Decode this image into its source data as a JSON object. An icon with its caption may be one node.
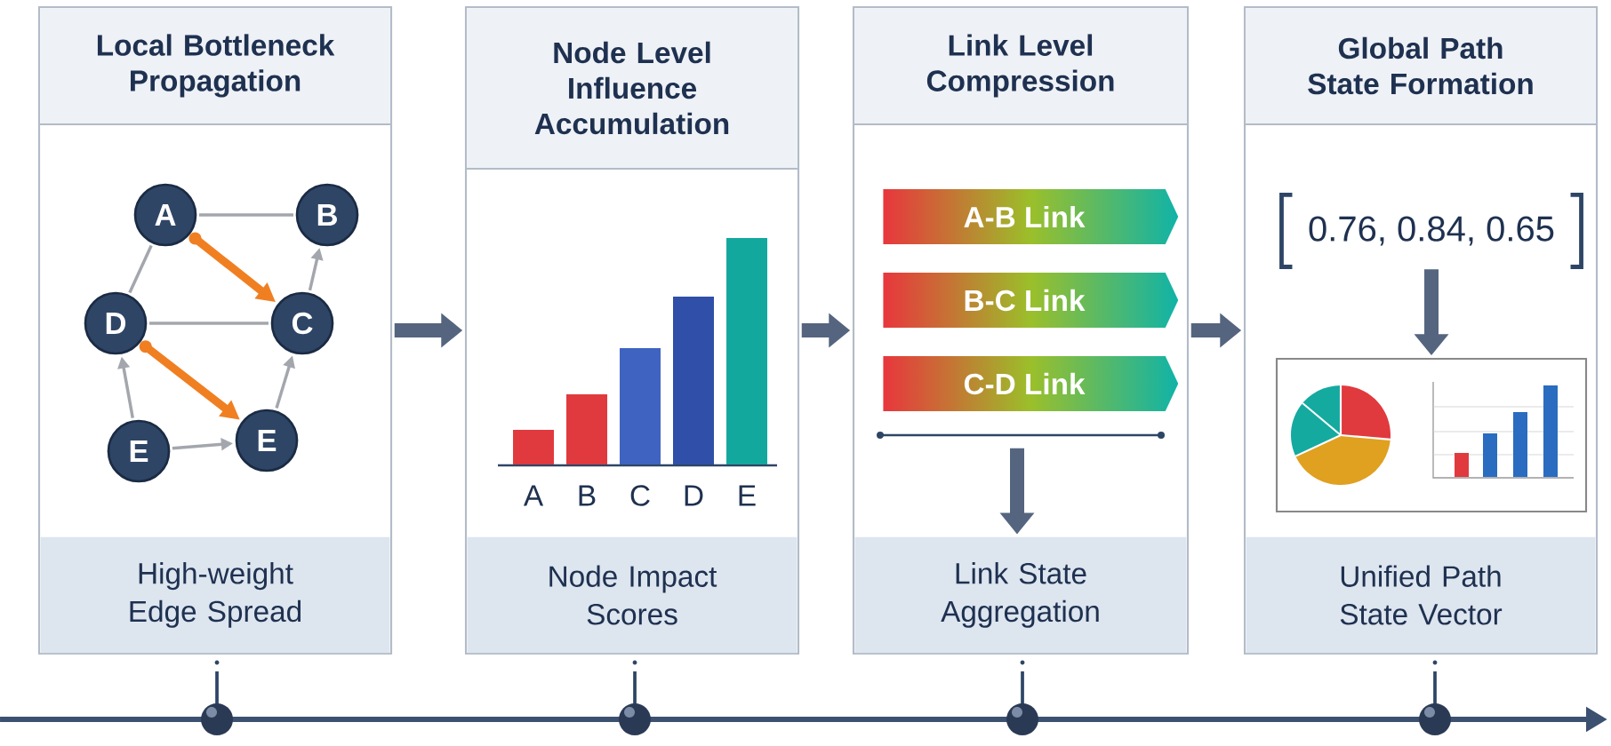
{
  "diagram": {
    "nodes": [
      {
        "text": [
          "Local Bottleneck Propagation"
        ]
      },
      {
        "text": [
          "A"
        ],
        "in": 0
      },
      {
        "text": [
          "B"
        ],
        "in": 0
      },
      {
        "text": [
          "D"
        ],
        "in": 0
      },
      {
        "text": [
          "C"
        ],
        "in": 0
      },
      {
        "text": [
          "E"
        ],
        "in": 0
      },
      {
        "text": [
          "E"
        ],
        "in": 0
      },
      {
        "text": [
          "High-weight Edge Spread"
        ],
        "in": 0
      },
      {
        "text": [
          "Node Level Influence Accumulation"
        ]
      },
      {
        "text": [
          "Node Impact Scores"
        ],
        "in": 8
      },
      {
        "text": [
          "Link Level Compression"
        ]
      },
      {
        "text": [
          "A-B Link"
        ],
        "in": 10
      },
      {
        "text": [
          "B-C Link"
        ],
        "in": 10
      },
      {
        "text": [
          "C-D Link"
        ],
        "in": 10
      },
      {
        "text": [
          "Link State Aggregation"
        ],
        "in": 10
      },
      {
        "text": [
          "Global Path State Formation"
        ]
      },
      {
        "text": [
          "0.76, 0.84, 0.65"
        ],
        "in": 15
      },
      {
        "text": [],
        "shape": "picture",
        "in": 15
      },
      {
        "text": [
          "Unified Path State Vector"
        ],
        "in": 15
      }
    ],
    "edges": [
      {
        "from": 1,
        "to": 2,
        "arrow": "none"
      },
      {
        "from": 1,
        "to": 4,
        "arrow": "to",
        "style": "thick",
        "color": "#f07f22"
      },
      {
        "from": 1,
        "to": 3,
        "arrow": "none"
      },
      {
        "from": 4,
        "to": 2,
        "arrow": "to"
      },
      {
        "from": 3,
        "to": 4,
        "arrow": "none"
      },
      {
        "from": 3,
        "to": 6,
        "arrow": "to",
        "style": "thick",
        "color": "#f07f22"
      },
      {
        "from": 5,
        "to": 3,
        "arrow": "to"
      },
      {
        "from": 5,
        "to": 6,
        "arrow": "to"
      },
      {
        "from": 6,
        "to": 4,
        "arrow": "to"
      },
      {
        "from": 0,
        "to": 8,
        "arrow": "to",
        "style": "thick",
        "color": "#55657f"
      },
      {
        "from": 8,
        "to": 10,
        "arrow": "to",
        "style": "thick",
        "color": "#55657f"
      },
      {
        "from": 10,
        "to": 15,
        "arrow": "to",
        "style": "thick",
        "color": "#55657f"
      },
      {
        "from": null,
        "to": 14,
        "arrow": "to",
        "style": "thick",
        "color": "#55657f"
      },
      {
        "from": 16,
        "to": 17,
        "arrow": "to",
        "style": "thick",
        "color": "#55657f"
      }
    ],
    "labels": [
      "A",
      "B",
      "C",
      "D",
      "E"
    ]
  }
}
